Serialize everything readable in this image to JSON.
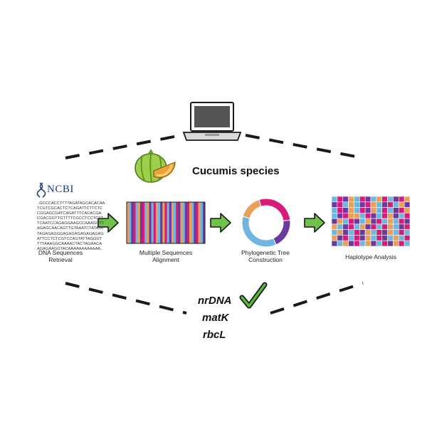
{
  "title": "Cucumis species",
  "source_label": "NCBI",
  "sequence_lines": [
    "..GCCCACCTTTTAGATAGCACACAA",
    "TCGTCGCACTCTCAGATTCTTCTC",
    "CGGAGCGATCAGATTTCACACGA",
    "CGACGGTTGTTTTCGCCTCCTCTT",
    "TCAATCCAGAGGAAGCCAAAGCTT",
    "AGAGCAACAGTTGTAAATCTATATA",
    "TAGAGAGGGAGAGAGAGAGAGAG",
    "ATTCCTCTCGTCCAGTATTAGGGT",
    "TTTAAAGGCAAAACTACTAGAACA",
    "AGAGAAGGTACAAAAAAAAAAAA.."
  ],
  "steps": [
    {
      "label_line1": "DNA Sequences",
      "label_line2": "Retrieval"
    },
    {
      "label_line1": "Multiple Sequences",
      "label_line2": "Alignment"
    },
    {
      "label_line1": "Phylogenetic Tree",
      "label_line2": "Construction"
    },
    {
      "label_line1": "Haplotype Analysis",
      "label_line2": ""
    }
  ],
  "markers": [
    "nrDNA",
    "matK",
    "rbcL"
  ],
  "icons": {
    "computer": "laptop-icon",
    "fruit": "melon-icon",
    "check": "checkmark-icon",
    "logo": "ncbi-dna-logo"
  },
  "colors": {
    "arrow_fill": "#6fc24a",
    "arrow_stroke": "#1a1a1a",
    "magenta": "#d81b78",
    "purple": "#6b3a9e",
    "orange": "#e8a05a",
    "blue": "#6fb7e0",
    "dash": "#1a1a1a",
    "check_green": "#5ab83a"
  },
  "alignment_stripes": [
    "orange",
    "blue",
    "purple",
    "magenta",
    "blue",
    "orange",
    "purple",
    "magenta",
    "blue",
    "orange",
    "purple",
    "blue",
    "magenta",
    "orange",
    "blue",
    "purple",
    "orange",
    "magenta",
    "blue",
    "purple",
    "orange",
    "blue",
    "magenta",
    "purple",
    "orange",
    "blue",
    "purple",
    "magenta",
    "orange",
    "blue",
    "purple",
    "magenta",
    "orange",
    "blue",
    "purple"
  ],
  "tree_ring": [
    {
      "color": "magenta",
      "fraction": 0.28
    },
    {
      "color": "purple",
      "fraction": 0.2
    },
    {
      "color": "blue",
      "fraction": 0.36
    },
    {
      "color": "orange",
      "fraction": 0.16
    }
  ],
  "haplotype_grid": {
    "rows": 9,
    "cols": 14,
    "cells": "bmpobmpbombpmopmbobpmobpmbopbmpobmpobmbpmobpmoobmpbmopbmpobmpbopmbobmpobpmbopmbmobpmbopbmpobmpobmbopmbmpobmpbobmpbopmbopbmpombpb"
  }
}
